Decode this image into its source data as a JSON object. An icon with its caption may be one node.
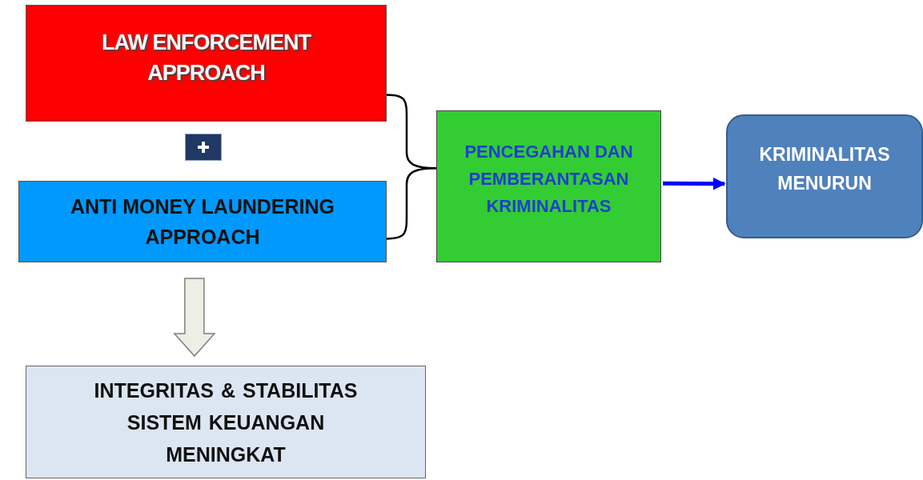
{
  "diagram": {
    "nodes": [
      {
        "text": [
          "LAW ENFORCEMENT APPROACH"
        ]
      },
      {
        "text": [
          "ANTI MONEY LAUNDERING APPROACH"
        ]
      },
      {
        "text": [
          "PENCEGAHAN DAN PEMBERANTASAN KRIMINALITAS"
        ]
      },
      {
        "text": [
          "KRIMINALITAS MENURUN"
        ]
      },
      {
        "text": [
          "INTEGRITAS & STABILITAS SISTEM KEUANGAN MENINGKAT"
        ]
      }
    ],
    "edges": [
      {
        "from": 0,
        "to": 2,
        "arrow": "none"
      },
      {
        "from": 1,
        "to": 2,
        "arrow": "none"
      },
      {
        "from": 2,
        "to": 3,
        "arrow": "to",
        "style": "thick",
        "color": "#0000ff"
      },
      {
        "from": 1,
        "to": 4,
        "arrow": "to",
        "style": "thick",
        "color": "#eeeee4"
      }
    ]
  }
}
